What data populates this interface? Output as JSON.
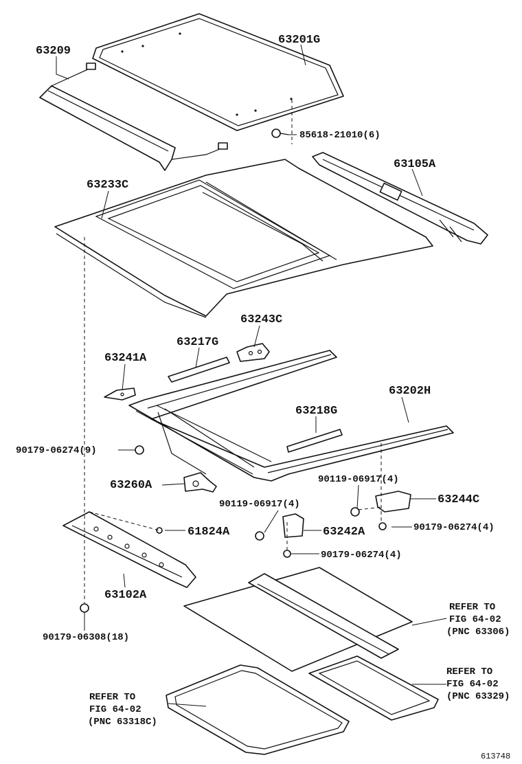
{
  "parts": {
    "p63209": "63209",
    "p63201G": "63201G",
    "p85618": "85618-21010(6)",
    "p63105A": "63105A",
    "p63233C": "63233C",
    "p63243C": "63243C",
    "p63217G": "63217G",
    "p63241A": "63241A",
    "p63202H": "63202H",
    "p63218G": "63218G",
    "p90179_9": "90179-06274(9)",
    "p63260A": "63260A",
    "p90119_a": "90119-06917(4)",
    "p63244C": "63244C",
    "p90119_b": "90119-06917(4)",
    "p61824A": "61824A",
    "p63242A": "63242A",
    "p90179_4a": "90179-06274(4)",
    "p90179_4b": "90179-06274(4)",
    "p63102A": "63102A",
    "p90179_18": "90179-06308(18)"
  },
  "refs": {
    "r1": {
      "l1": "REFER TO",
      "l2": "FIG 64-02",
      "l3": "(PNC 63306)"
    },
    "r2": {
      "l1": "REFER TO",
      "l2": "FIG 64-02",
      "l3": "(PNC 63329)"
    },
    "r3": {
      "l1": "REFER TO",
      "l2": "FIG 64-02",
      "l3": "(PNC 63318C)"
    }
  },
  "figure_id": "613748"
}
